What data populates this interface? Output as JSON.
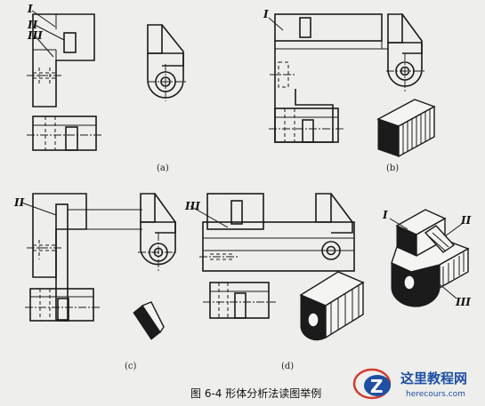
{
  "figure": {
    "caption": "图 6-4 形体分析法读图举例"
  },
  "panels": [
    {
      "label": "(a)",
      "parts": [
        "I",
        "II",
        "III"
      ]
    },
    {
      "label": "(b)",
      "parts": [
        "I"
      ]
    },
    {
      "label": "(c)",
      "parts": [
        "II"
      ]
    },
    {
      "label": "(d)",
      "parts": [
        "III",
        "I",
        "II",
        "III"
      ]
    }
  ],
  "watermark": {
    "title": "这里教程网",
    "url": "herecours.com",
    "logo_letter": "Z"
  },
  "colors": {
    "ink": "#1b1b1b",
    "paper": "#eeeeec",
    "watermark": "#1f4fa3"
  }
}
